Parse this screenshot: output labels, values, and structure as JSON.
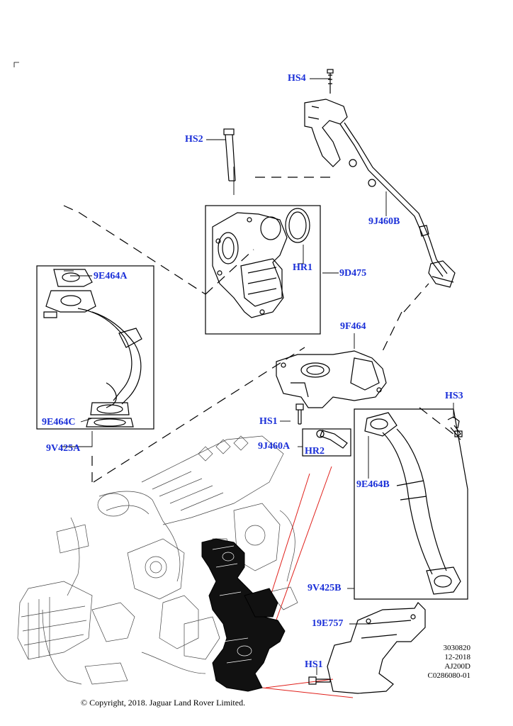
{
  "colors": {
    "callout": "#1a2fd8",
    "line": "#000000",
    "leader_red": "#e0201b",
    "part_fill": "#111111"
  },
  "callouts": {
    "hs4": "HS4",
    "hs2": "HS2",
    "hr1": "HR1",
    "d9d475": "9D475",
    "j9j460b": "9J460B",
    "e9e464a": "9E464A",
    "e9e464c": "9E464C",
    "v9v425a": "9V425A",
    "f9f464": "9F464",
    "hs3": "HS3",
    "hs1_top": "HS1",
    "j9j460a": "9J460A",
    "hr2": "HR2",
    "e9e464b": "9E464B",
    "v9v425b": "9V425B",
    "e19e757": "19E757",
    "hs1_bottom": "HS1"
  },
  "reference": {
    "line1": "3030820",
    "line2": "12-2018",
    "line3": "AJ200D",
    "line4": "C0286080-01"
  },
  "copyright": "© Copyright, 2018. Jaguar Land Rover Limited."
}
